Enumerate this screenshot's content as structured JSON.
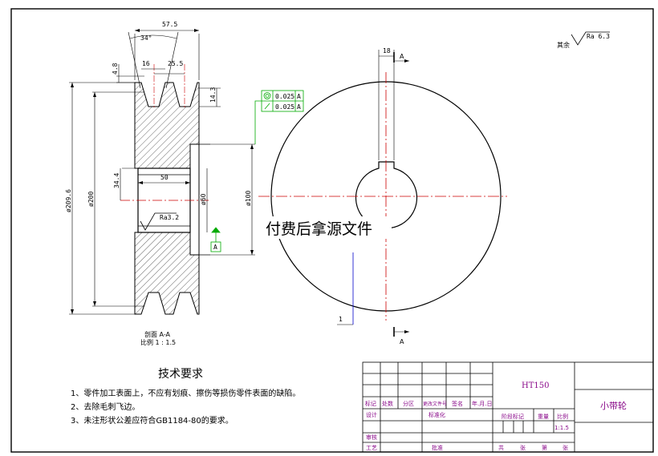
{
  "dims": {
    "width_top": "57.5",
    "angle": "34°",
    "d16": "16",
    "d255": "25.5",
    "d48": "4.8",
    "d143": "14.3",
    "d50": "50",
    "d344": "34.4",
    "dia2096": "ø209.6",
    "dia200": "ø200",
    "dia60": "ø60",
    "dia100": "ø100",
    "key18": "18",
    "dim_1": "1"
  },
  "roughness": {
    "bore": "Ra3.2",
    "other_label": "其余",
    "other_value": "Ra 6.3"
  },
  "tolerance": {
    "row1_value": "0.025",
    "row1_datum": "A",
    "row2_value": "0.025",
    "row2_datum": "A",
    "datum": "A"
  },
  "section": {
    "arrow_a_top": "A",
    "arrow_a_bottom": "A",
    "label": "剖面 A-A",
    "scale": "比例 1 : 1.5"
  },
  "watermark": "付费后拿源文件",
  "requirements": {
    "title": "技术要求",
    "items": [
      "1、零件加工表面上，不应有划痕、擦伤等损伤零件表面的缺陷。",
      "2、去除毛刺飞边。",
      "3、未注形状公差应符合GB1184-80的要求。"
    ]
  },
  "title_block": {
    "material": "HT150",
    "part_name": "小带轮",
    "row_labels": [
      "标记",
      "处数",
      "分区",
      "更改文件号",
      "签名",
      "年.月.日"
    ],
    "design": "设计",
    "standardize": "标准化",
    "stage_mark": "阶段标记",
    "weight": "重量",
    "scale_label": "比例",
    "scale_value": "1:1.5",
    "review": "审核",
    "process": "工艺",
    "approve": "批准",
    "sheet_footer": [
      "共",
      "张",
      "第",
      "张"
    ]
  }
}
